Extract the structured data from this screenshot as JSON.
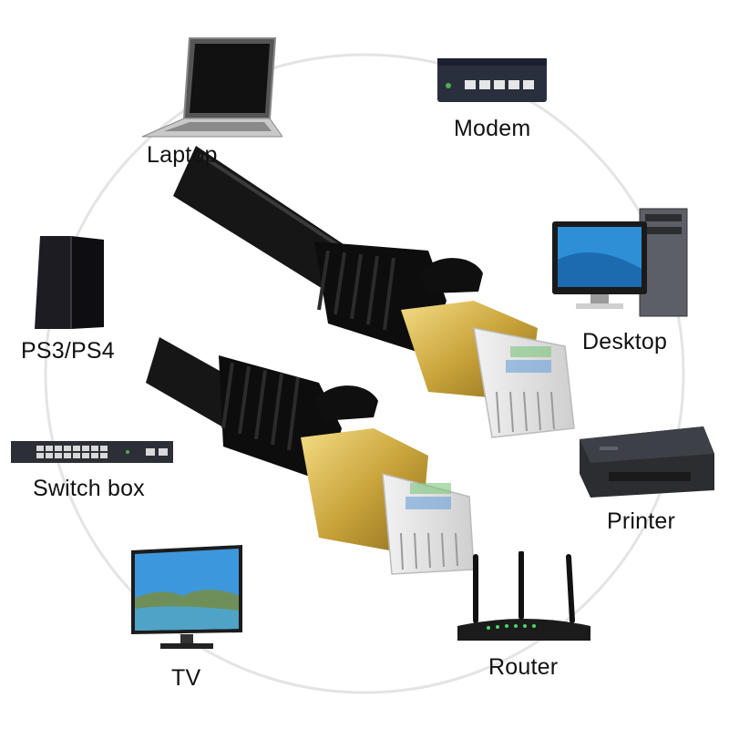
{
  "devices": {
    "laptop": {
      "label": "Laptop",
      "icon": "laptop-icon"
    },
    "modem": {
      "label": "Modem",
      "icon": "modem-icon"
    },
    "ps": {
      "label": "PS3/PS4",
      "icon": "game-console-icon"
    },
    "desktop": {
      "label": "Desktop",
      "icon": "desktop-computer-icon"
    },
    "switch": {
      "label": "Switch box",
      "icon": "network-switch-icon"
    },
    "printer": {
      "label": "Printer",
      "icon": "printer-icon"
    },
    "tv": {
      "label": "TV",
      "icon": "tv-icon"
    },
    "router": {
      "label": "Router",
      "icon": "router-icon"
    }
  },
  "cable": {
    "icon": "ethernet-cable-icon",
    "connector_color": "#c9a43a",
    "jacket_color": "#111111"
  },
  "colors": {
    "ring": "#e3e3e3",
    "text": "#111111"
  }
}
